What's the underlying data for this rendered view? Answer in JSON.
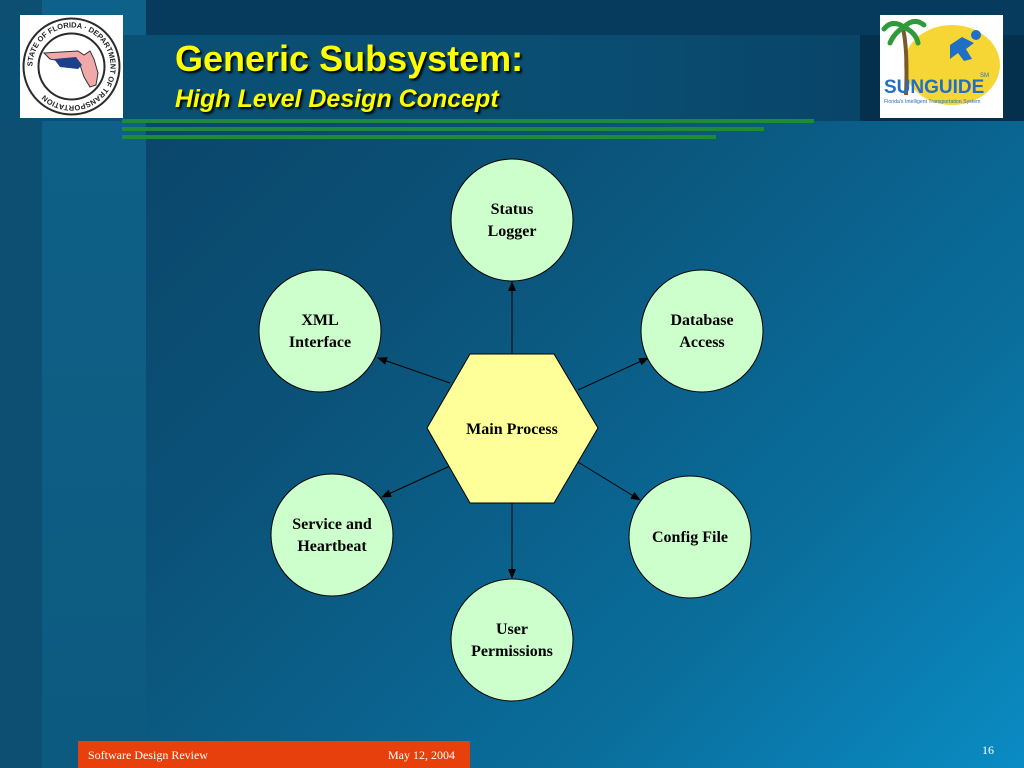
{
  "slide": {
    "title": "Generic Subsystem:",
    "subtitle": "High Level Design Concept"
  },
  "logos": {
    "left": {
      "ring_text": "STATE OF FLORIDA · DEPARTMENT OF TRANSPORTATION"
    },
    "right": {
      "wordmark": "SUNGUIDE",
      "superscript": "SM",
      "tagline": "Florida's Intelligent Transportation System"
    }
  },
  "diagram": {
    "center": {
      "label": "Main Process",
      "fill": "#ffff99"
    },
    "nodes": [
      {
        "id": "status-logger",
        "lines": [
          "Status",
          "Logger"
        ]
      },
      {
        "id": "xml-interface",
        "lines": [
          "XML",
          "Interface"
        ]
      },
      {
        "id": "database-access",
        "lines": [
          "Database",
          "Access"
        ]
      },
      {
        "id": "service-heartbeat",
        "lines": [
          "Service and",
          "Heartbeat"
        ]
      },
      {
        "id": "config-file",
        "lines": [
          "Config File"
        ]
      },
      {
        "id": "user-permissions",
        "lines": [
          "User",
          "Permissions"
        ]
      }
    ],
    "node_fill": "#ccffcc"
  },
  "footer": {
    "left": "Software Design Review",
    "right": "May 12, 2004",
    "page_number": "16"
  },
  "colors": {
    "title": "#ffff00",
    "footer_bar": "#e8400c",
    "accent_lines": "#1e8a3a"
  }
}
